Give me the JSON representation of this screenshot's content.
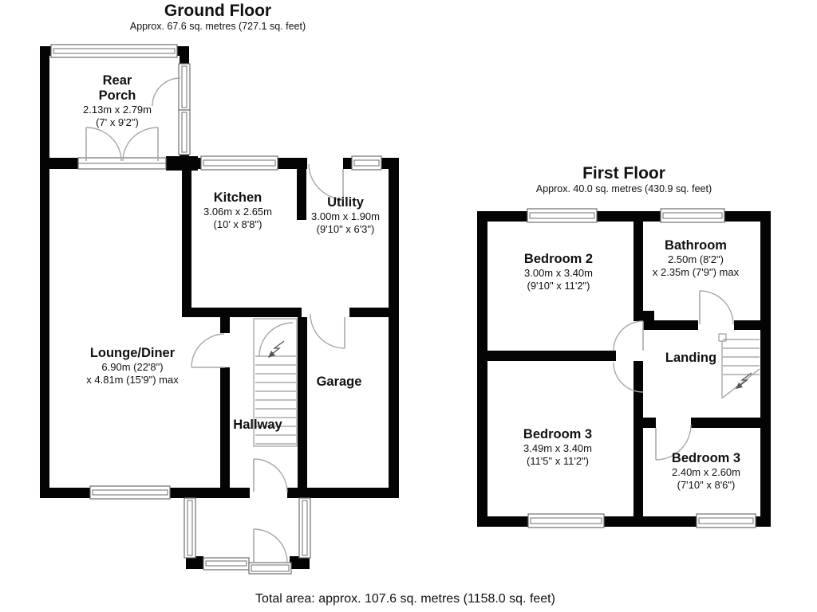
{
  "floors": [
    {
      "id": "ground",
      "title": "Ground Floor",
      "subtitle": "Approx. 67.6 sq. metres (727.1 sq. feet)",
      "rooms": [
        {
          "id": "rear-porch",
          "name_lines": [
            "Rear",
            "Porch"
          ],
          "dims": [
            "2.13m x 2.79m",
            "(7' x 9'2\")"
          ]
        },
        {
          "id": "kitchen",
          "name_lines": [
            "Kitchen"
          ],
          "dims": [
            "3.06m x 2.65m",
            "(10' x 8'8\")"
          ]
        },
        {
          "id": "utility",
          "name_lines": [
            "Utility"
          ],
          "dims": [
            "3.00m x 1.90m",
            "(9'10\" x 6'3\")"
          ]
        },
        {
          "id": "lounge-diner",
          "name_lines": [
            "Lounge/Diner"
          ],
          "dims": [
            "6.90m (22'8\")",
            "x 4.81m (15'9\") max"
          ]
        },
        {
          "id": "garage",
          "name_lines": [
            "Garage"
          ],
          "dims": []
        },
        {
          "id": "hallway",
          "name_lines": [
            "Hallway"
          ],
          "dims": []
        }
      ]
    },
    {
      "id": "first",
      "title": "First Floor",
      "subtitle": "Approx. 40.0 sq. metres (430.9 sq. feet)",
      "rooms": [
        {
          "id": "bedroom-2",
          "name_lines": [
            "Bedroom 2"
          ],
          "dims": [
            "3.00m x 3.40m",
            "(9'10\" x 11'2\")"
          ]
        },
        {
          "id": "bathroom",
          "name_lines": [
            "Bathroom"
          ],
          "dims": [
            "2.50m (8'2\")",
            "x 2.35m (7'9\") max"
          ]
        },
        {
          "id": "landing",
          "name_lines": [
            "Landing"
          ],
          "dims": []
        },
        {
          "id": "bedroom-3-left",
          "name_lines": [
            "Bedroom 3"
          ],
          "dims": [
            "3.49m x 3.40m",
            "(11'5\" x 11'2\")"
          ]
        },
        {
          "id": "bedroom-3-right",
          "name_lines": [
            "Bedroom 3"
          ],
          "dims": [
            "2.40m x 2.60m",
            "(7'10\" x 8'6\")"
          ]
        }
      ]
    }
  ],
  "total_area": "Total area: approx. 107.6 sq. metres (1158.0 sq. feet)",
  "colors": {
    "wall": "#040404",
    "thin_line": "#a8a8a8",
    "background": "#ffffff",
    "text": "#111111"
  }
}
